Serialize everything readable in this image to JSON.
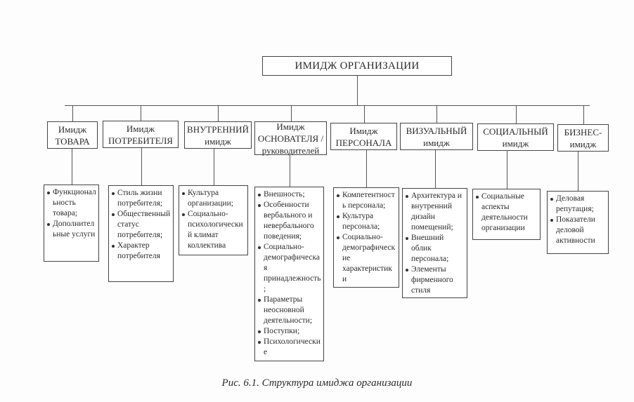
{
  "title": "ИМИДЖ ОРГАНИЗАЦИИ",
  "categories": [
    {
      "header": "Имидж ТОВАРА",
      "items": [
        "Функциональность товара;",
        "Дополнительные услуги"
      ]
    },
    {
      "header": "Имидж ПОТРЕБИТЕЛЯ",
      "items": [
        "Стиль жизни потребителя;",
        "Общественный статус потребителя;",
        "Характер потребителя"
      ]
    },
    {
      "header": "ВНУТРЕННИЙ имидж",
      "items": [
        "Культура организации;",
        "Социально-психологический климат коллектива"
      ]
    },
    {
      "header": "Имидж ОСНОВАТЕЛЯ / руководителей",
      "items": [
        "Внешность;",
        "Особенности вербального и невербального поведения;",
        "Социально-демографическая принадлежность;",
        "Параметры неосновной деятельности;",
        "Поступки;",
        "Психологические характеристики"
      ]
    },
    {
      "header": "Имидж ПЕРСОНАЛА",
      "items": [
        "Компетентность персонала;",
        "Культура персонала;",
        "Социально-демографические характеристики"
      ]
    },
    {
      "header": "ВИЗУАЛЬНЫЙ имидж",
      "items": [
        "Архитектура и внутренний дизайн помещений;",
        "Внешний облик персонала;",
        "Элементы фирменного стиля"
      ]
    },
    {
      "header": "СОЦИАЛЬНЫЙ имидж",
      "items": [
        "Социальные аспекты деятельности организации"
      ]
    },
    {
      "header": "БИЗНЕС-имидж",
      "items": [
        "Деловая репутация;",
        "Показатели деловой активности"
      ]
    }
  ],
  "caption": "Рис. 6.1. Структура имиджа организации"
}
